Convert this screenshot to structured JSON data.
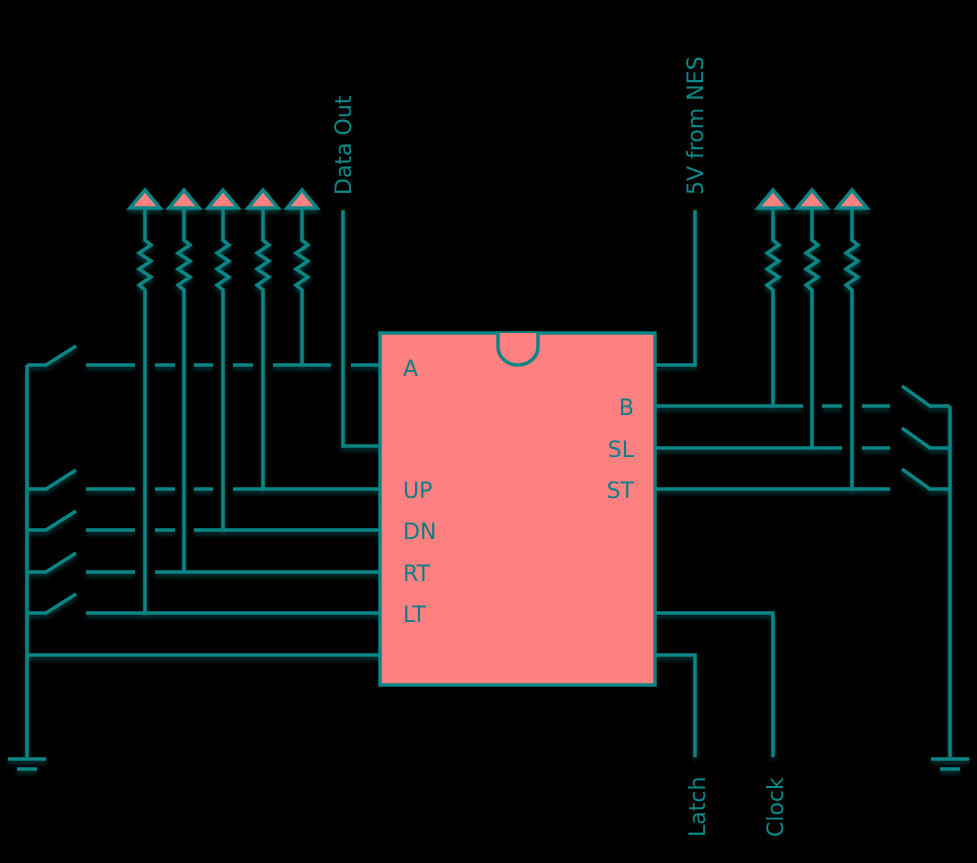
{
  "colors": {
    "wire": "#0b8585",
    "chip": "#ff8080",
    "background": "#000000"
  },
  "chip": {
    "left_pins": [
      "A",
      "UP",
      "DN",
      "RT",
      "LT"
    ],
    "right_pins": [
      "B",
      "SL",
      "ST"
    ]
  },
  "labels": {
    "data_out": "Data Out",
    "vcc": "5V from NES",
    "latch": "Latch",
    "clock": "Clock"
  },
  "symbols": {
    "pullup": "triangle-icon",
    "resistor": "resistor-icon",
    "switch": "switch-icon",
    "ground": "ground-icon"
  }
}
